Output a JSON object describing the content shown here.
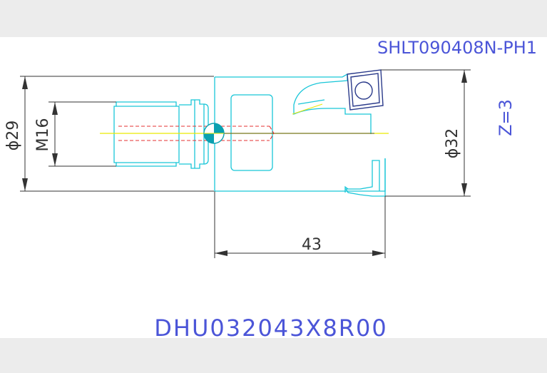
{
  "drawing": {
    "insert_code": "SHLT090408N-PH1",
    "teeth_label": "Z=3",
    "part_number": "DHU032043X8R00",
    "dimensions": {
      "shank_diameter": "ϕ29",
      "thread_size": "M16",
      "cutting_diameter": "ϕ32",
      "length": "43"
    }
  },
  "colors": {
    "background": "#ffffff",
    "band": "#ececec",
    "annotation": "#4b55d8",
    "dimension": "#333333",
    "tool_outline": "#19c6d8",
    "insert": "#2a3a8a",
    "centerline": "#e9e900",
    "hidden_bore": "#e53030",
    "center_mark": "#0aa0b0"
  }
}
